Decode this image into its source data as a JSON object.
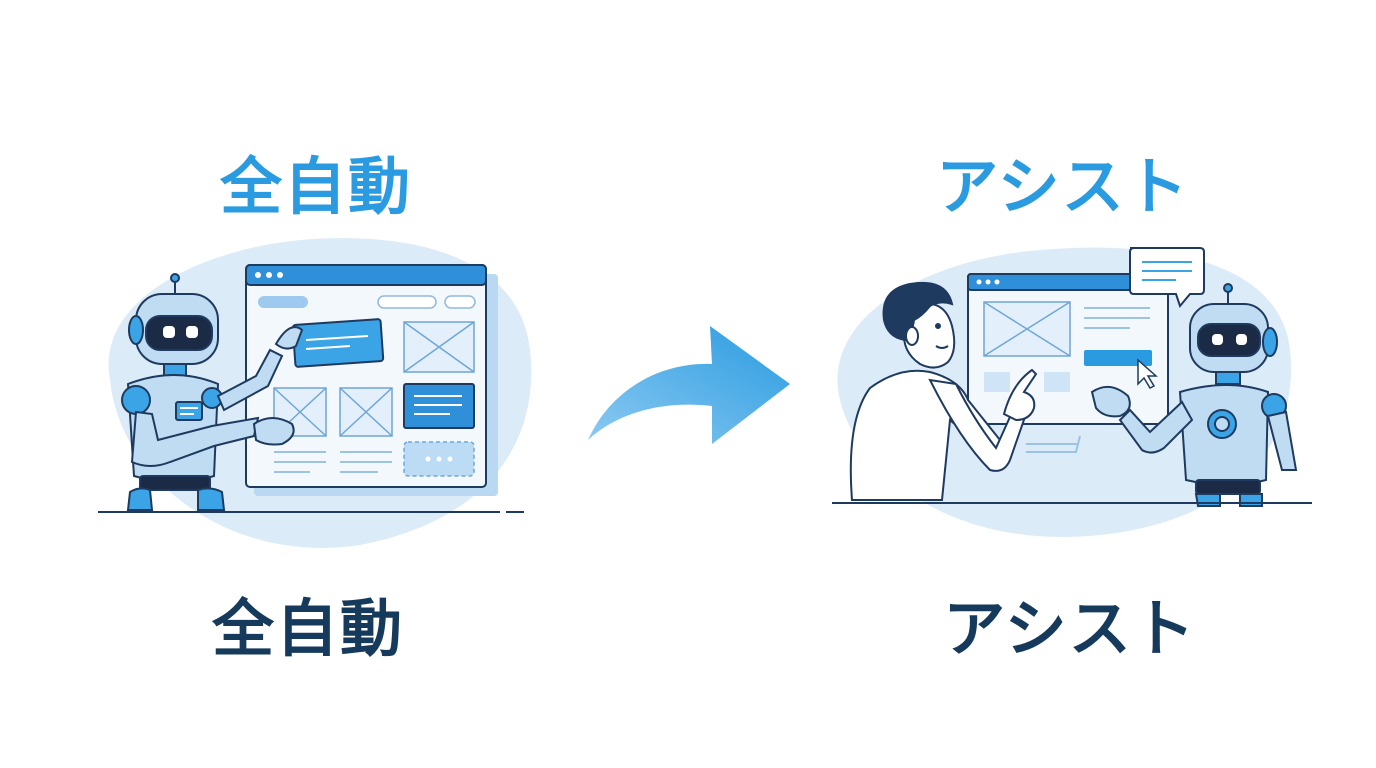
{
  "colors": {
    "accent": "#2a9be0",
    "dark": "#163a5c",
    "blob": "#dcebf8",
    "panel_fill": "#e9f3fc",
    "window_bar": "#2f8fd8",
    "highlight": "#3aa4e6"
  },
  "left_panel": {
    "title_top": "全自動",
    "title_bottom": "全自動",
    "illustration": "robot-operating-browser-window"
  },
  "right_panel": {
    "title_top": "アシスト",
    "title_bottom": "アシスト",
    "illustration": "person-and-robot-collaborating-on-window"
  },
  "transition": {
    "icon": "curved-arrow-right-icon"
  }
}
